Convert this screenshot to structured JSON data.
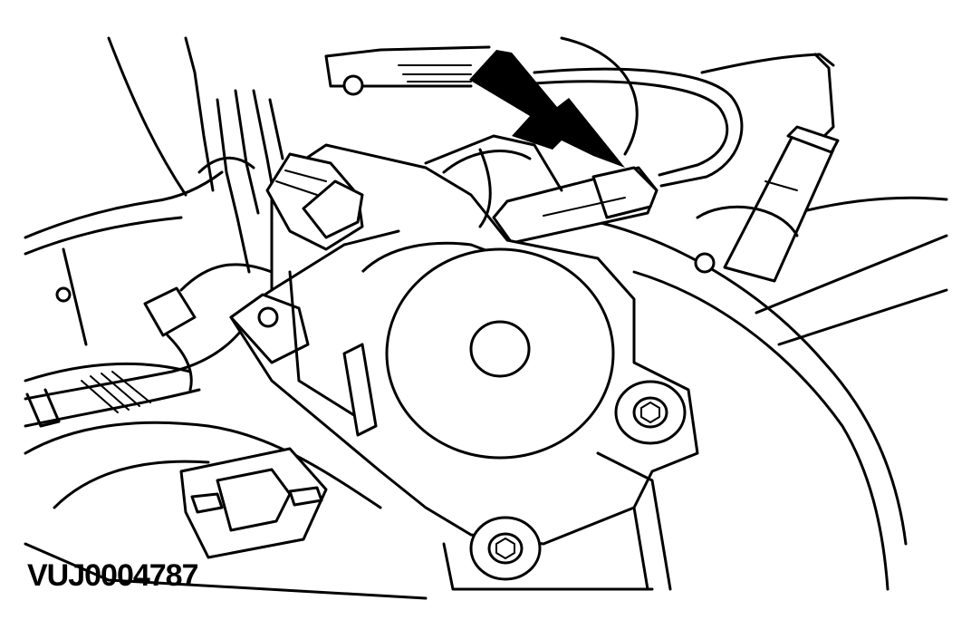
{
  "figure": {
    "id_label": "VUJ0004787",
    "line_color": "#000000",
    "background_color": "#ffffff"
  },
  "callouts": [
    {
      "name": "arrow-pointer",
      "points_to": "electrical-connector",
      "fill": "#000000"
    }
  ]
}
